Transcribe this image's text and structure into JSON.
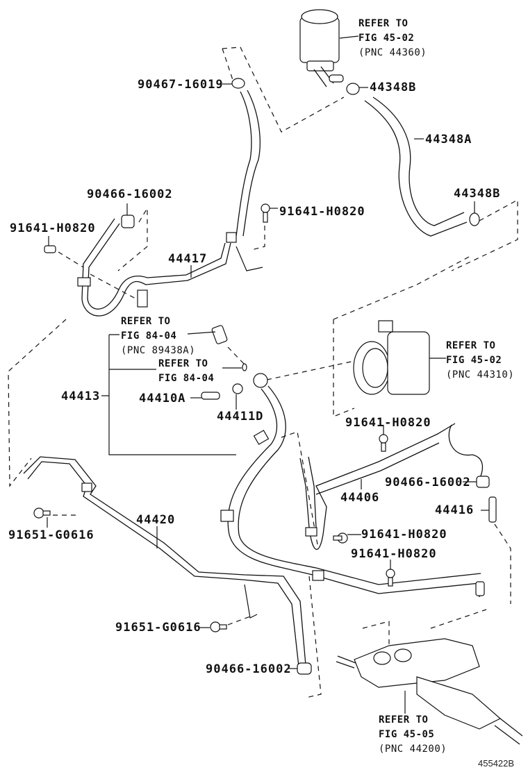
{
  "diagram": {
    "figure_code": "455422B",
    "callouts": [
      {
        "id": "c1",
        "text": "90467-16019"
      },
      {
        "id": "c2",
        "text": "44348B"
      },
      {
        "id": "c3",
        "text": "44348A"
      },
      {
        "id": "c4",
        "text": "44348B"
      },
      {
        "id": "c5",
        "text": "90466-16002"
      },
      {
        "id": "c6",
        "text": "91641-H0820"
      },
      {
        "id": "c7",
        "text": "91641-H0820"
      },
      {
        "id": "c8",
        "text": "44417"
      },
      {
        "id": "c9",
        "text": "44413"
      },
      {
        "id": "c10",
        "text": "44410A"
      },
      {
        "id": "c11",
        "text": "44411D"
      },
      {
        "id": "c12",
        "text": "91641-H0820"
      },
      {
        "id": "c13",
        "text": "90466-16002"
      },
      {
        "id": "c14",
        "text": "44406"
      },
      {
        "id": "c15",
        "text": "44416"
      },
      {
        "id": "c16",
        "text": "91641-H0820"
      },
      {
        "id": "c17",
        "text": "91641-H0820"
      },
      {
        "id": "c18",
        "text": "44420"
      },
      {
        "id": "c19",
        "text": "91651-G0616"
      },
      {
        "id": "c20",
        "text": "91651-G0616"
      },
      {
        "id": "c21",
        "text": "90466-16002"
      }
    ],
    "references": [
      {
        "id": "r1",
        "line1": "REFER TO",
        "line2": "FIG 45-02",
        "line3": "(PNC 44360)"
      },
      {
        "id": "r2",
        "line1": "REFER TO",
        "line2": "FIG 84-04",
        "line3": "(PNC 89438A)"
      },
      {
        "id": "r3",
        "line1": "REFER TO",
        "line2": "FIG 84-04",
        "line3": ""
      },
      {
        "id": "r4",
        "line1": "REFER TO",
        "line2": "FIG 45-02",
        "line3": "(PNC 44310)"
      },
      {
        "id": "r5",
        "line1": "REFER TO",
        "line2": "FIG 45-05",
        "line3": "(PNC 44200)"
      }
    ]
  }
}
